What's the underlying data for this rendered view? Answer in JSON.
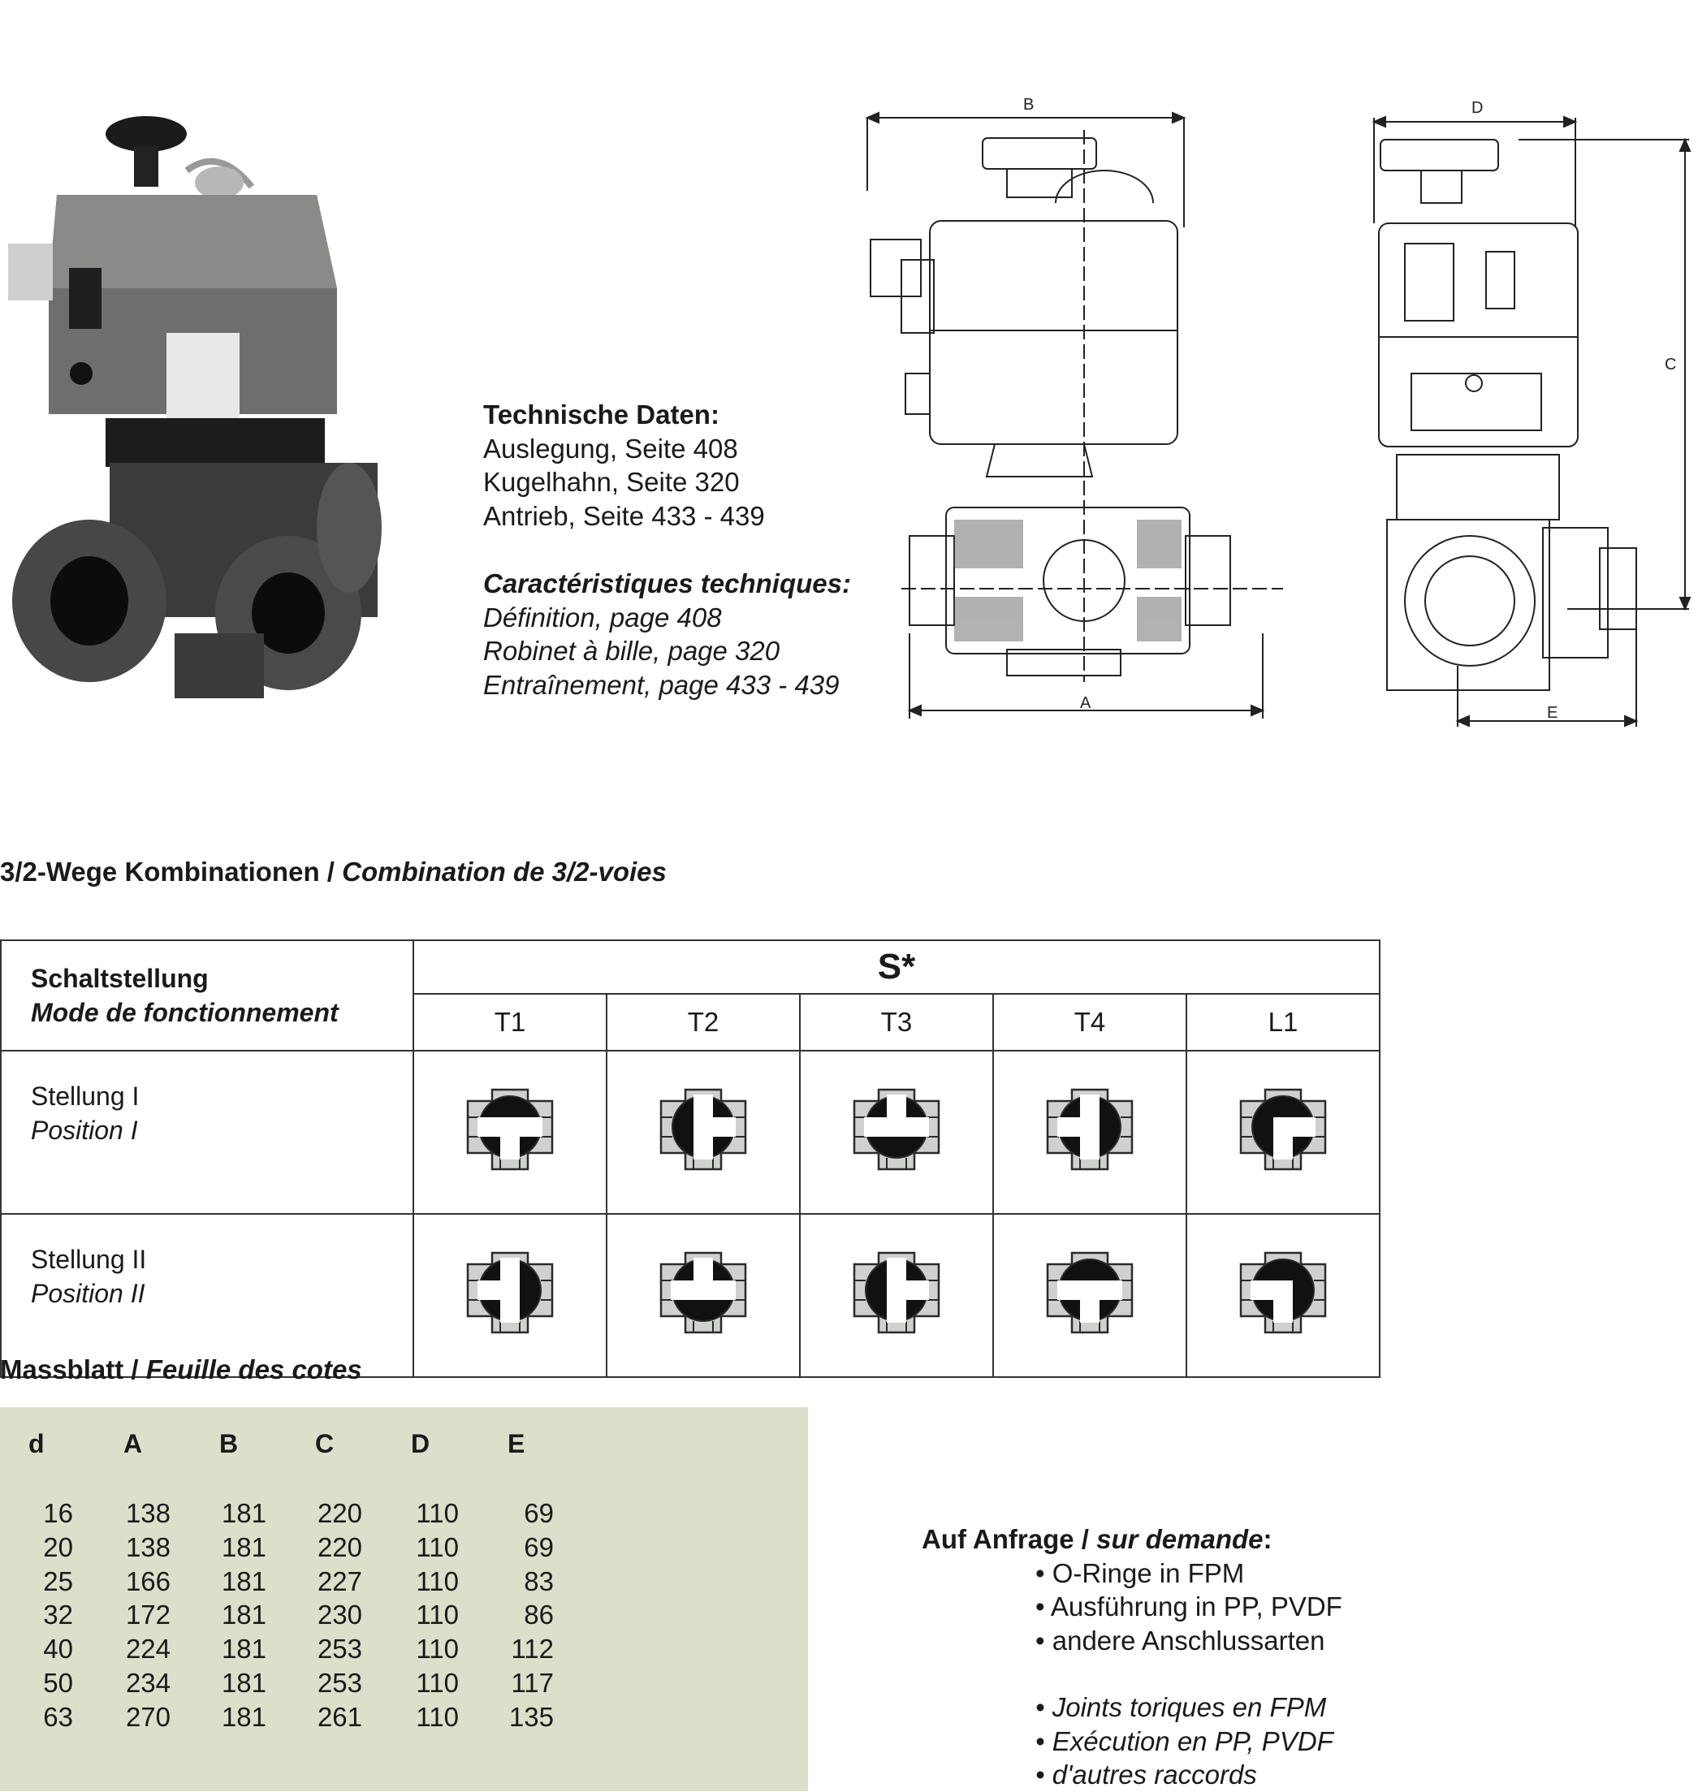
{
  "tech": {
    "de_title": "Technische Daten:",
    "de_lines": [
      "Auslegung, Seite 408",
      "Kugelhahn, Seite 320",
      "Antrieb, Seite 433 - 439"
    ],
    "fr_title": "Caractéristiques techniques:",
    "fr_lines": [
      "Définition, page 408",
      "Robinet à bille, page 320",
      "Entraînement, page 433 - 439"
    ]
  },
  "drawing_labels": {
    "A": "A",
    "B": "B",
    "C": "C",
    "D": "D",
    "E": "E"
  },
  "combinations": {
    "title_de": "3/2-Wege Kombinationen /",
    "title_fr": "Combination de 3/2-voies",
    "header_de": "Schaltstellung",
    "header_fr": "Mode de fonctionnement",
    "s_label": "S*",
    "columns": [
      "T1",
      "T2",
      "T3",
      "T4",
      "L1"
    ],
    "rows": [
      {
        "de": "Stellung I",
        "fr": "Position I",
        "symbols": [
          "T-down",
          "T-right",
          "T-up",
          "T-left",
          "L-right-down"
        ]
      },
      {
        "de": "Stellung II",
        "fr": "Position II",
        "symbols": [
          "T-left",
          "T-up",
          "T-right",
          "T-down",
          "L-left-down"
        ]
      }
    ]
  },
  "massblatt": {
    "title_de": "Massblatt /",
    "title_fr": "Feuille des cotes",
    "headers": [
      "d",
      "A",
      "B",
      "C",
      "D",
      "E"
    ],
    "rows": [
      [
        "16",
        "138",
        "181",
        "220",
        "110",
        "69"
      ],
      [
        "20",
        "138",
        "181",
        "220",
        "110",
        "69"
      ],
      [
        "25",
        "166",
        "181",
        "227",
        "110",
        "83"
      ],
      [
        "32",
        "172",
        "181",
        "230",
        "110",
        "86"
      ],
      [
        "40",
        "224",
        "181",
        "253",
        "110",
        "112"
      ],
      [
        "50",
        "234",
        "181",
        "253",
        "110",
        "117"
      ],
      [
        "63",
        "270",
        "181",
        "261",
        "110",
        "135"
      ]
    ]
  },
  "request": {
    "title_de": "Auf Anfrage /",
    "title_fr": "sur demande",
    "title_colon": ":",
    "de_items": [
      "O-Ringe in FPM",
      "Ausführung in PP, PVDF",
      "andere Anschlussarten"
    ],
    "fr_items": [
      "Joints toriques en FPM",
      "Exécution en PP, PVDF",
      "d'autres raccords"
    ]
  }
}
